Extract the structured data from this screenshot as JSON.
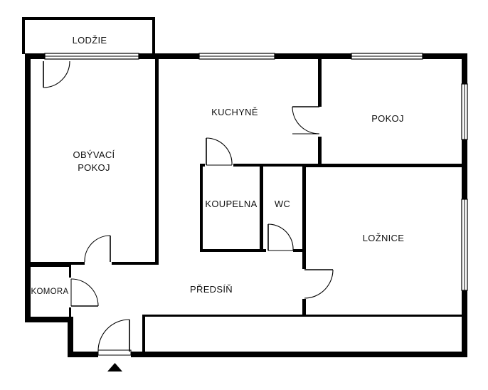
{
  "rooms": {
    "lodzie": "LODŽIE",
    "obyvaci_line1": "OBÝVACÍ",
    "obyvaci_line2": "POKOJ",
    "kuchyne": "KUCHYNĚ",
    "pokoj": "POKOJ",
    "koupelna": "KOUPELNA",
    "wc": "WC",
    "loznice": "LOŽNICE",
    "komora": "KOMORA",
    "predsin": "PŘEDSÍŇ"
  },
  "entrance_marker": "entrance-arrow-icon"
}
